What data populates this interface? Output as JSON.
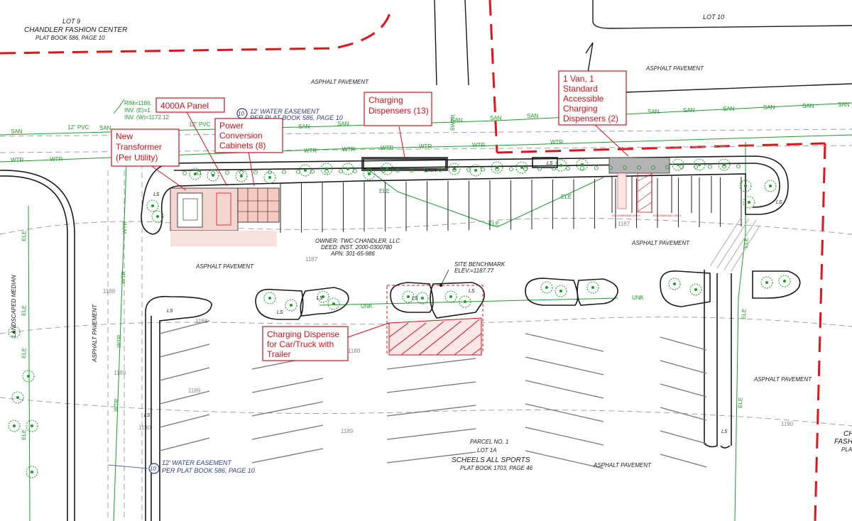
{
  "labels": {
    "lot9": "LOT 9",
    "chandler_fashion": "CHANDLER FASHION CENTER",
    "plat586": "PLAT BOOK 586, PAGE 10",
    "lot10": "LOT 10",
    "asphalt": "ASPHALT PAVEMENT",
    "owner": "OWNER: TWC-CHANDLER, LLC",
    "deed": "DEED: INST. 2000-0300780",
    "apn": "APN: 301-65-986",
    "site_benchmark": "SITE BENCHMARK",
    "elev": "ELEV.=1187.77",
    "parcel": "PARCEL NO. 1",
    "lot1a": "LOT 1A",
    "scheels": "SCHEELS ALL SPORTS",
    "plat1703": "PLAT BOOK 1703, PAGE 46",
    "landscaped_median": "LANDSCAPED MEDIAN",
    "water_easement": "12' WATER EASEMENT",
    "per_plat": "PER PLAT BOOK 586, PAGE 10",
    "easement_no": "10",
    "rim": "RIM=1186.",
    "inv_e": "INV. (E)=1",
    "inv_w": "INV. (W)=1172.12",
    "pvc": "12\" PVC",
    "san": "SAN",
    "wtr": "WTR",
    "ele": "ELE",
    "unk": "UNK",
    "swtr": "SWTR",
    "ls": "LS",
    "sign": "SIGN",
    "c1187": "1187",
    "c1188": "1188",
    "c1189": "1189",
    "c1190": "1190",
    "ev_charging": "EV CHARGING ONLY",
    "fashion_right_1": "CH",
    "fashion_right_2": "FASHI",
    "fashion_right_3": "PLAT"
  },
  "callouts": {
    "new_transformer": [
      "New",
      "Transformer",
      "(Per Utility)"
    ],
    "panel": [
      "4000A Panel"
    ],
    "power_conversion": [
      "Power",
      "Conversion",
      "Cabinets (8)"
    ],
    "charging_dispensers": [
      "Charging",
      "Dispensers (13)"
    ],
    "accessible": [
      "1 Van, 1",
      "Standard",
      "Accessible",
      "Charging",
      "Dispensers (2)"
    ],
    "trailer": [
      "Charging Dispense",
      "for Car/Truck with",
      "Trailer"
    ]
  },
  "colors": {
    "callout_red": "#d0141b",
    "utility_green": "#1f9a2b",
    "easement_blue": "#2d3f8f",
    "boundary_red": "#e0141b",
    "linework": "#1a1a1a"
  }
}
